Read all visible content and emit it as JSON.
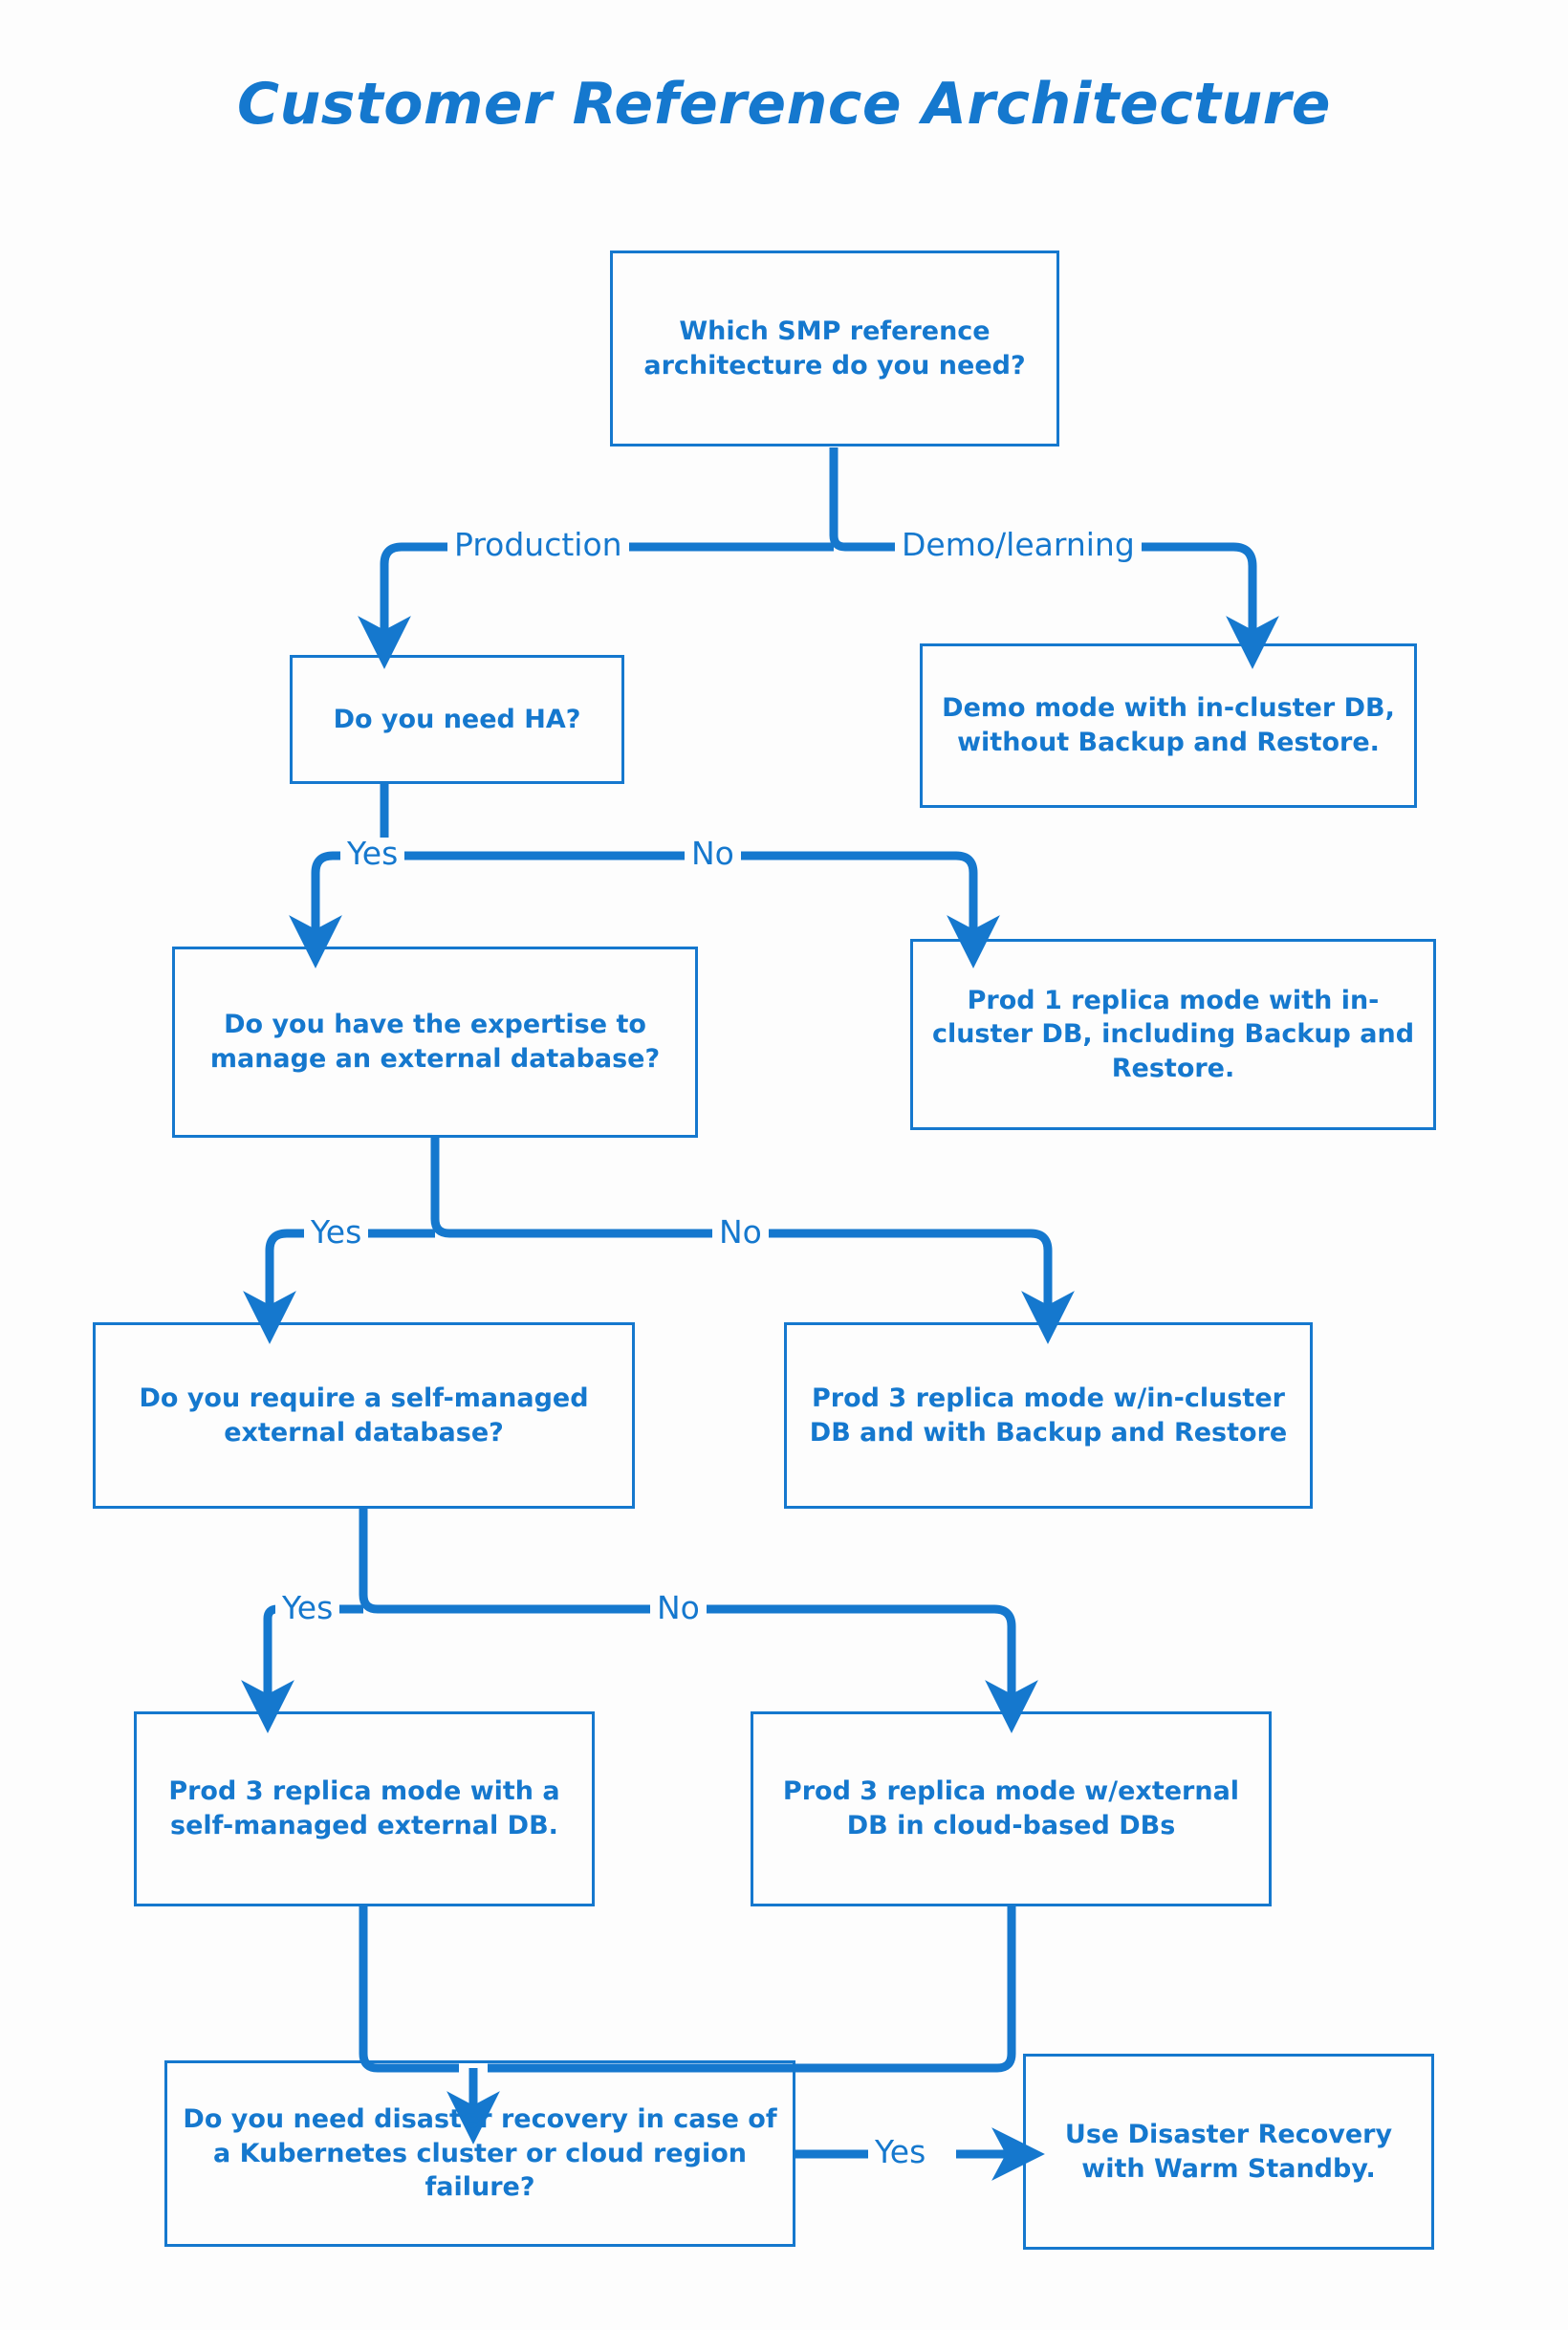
{
  "page": {
    "title": "Customer Reference Architecture",
    "accent_color": "#1578CE",
    "background_color": "#FDFDFD"
  },
  "chart_data": {
    "type": "diagram",
    "diagram_kind": "decision-flowchart",
    "title": "Customer Reference Architecture",
    "nodes": [
      {
        "id": "n1",
        "kind": "decision",
        "text": "Which SMP reference architecture do you need?"
      },
      {
        "id": "n2",
        "kind": "decision",
        "text": "Do you need HA?"
      },
      {
        "id": "n3",
        "kind": "outcome",
        "text": "Demo mode with in-cluster DB, without Backup and Restore."
      },
      {
        "id": "n4",
        "kind": "decision",
        "text": "Do you have the expertise to manage an external database?"
      },
      {
        "id": "n5",
        "kind": "outcome",
        "text": "Prod 1 replica mode with in-cluster DB, including Backup and Restore."
      },
      {
        "id": "n6",
        "kind": "decision",
        "text": "Do you require a self-managed external database?"
      },
      {
        "id": "n7",
        "kind": "outcome",
        "text": "Prod 3 replica mode w/in-cluster DB and with Backup and Restore"
      },
      {
        "id": "n8",
        "kind": "outcome",
        "text": "Prod 3 replica mode with a self-managed external DB."
      },
      {
        "id": "n9",
        "kind": "outcome",
        "text": "Prod 3 replica mode w/external DB in cloud-based DBs"
      },
      {
        "id": "n10",
        "kind": "decision",
        "text": "Do you need disaster recovery in case of a Kubernetes cluster or cloud region failure?"
      },
      {
        "id": "n11",
        "kind": "outcome",
        "text": "Use Disaster Recovery with Warm Standby."
      }
    ],
    "edges": [
      {
        "from": "n1",
        "to": "n2",
        "label": "Production"
      },
      {
        "from": "n1",
        "to": "n3",
        "label": "Demo/learning"
      },
      {
        "from": "n2",
        "to": "n4",
        "label": "Yes"
      },
      {
        "from": "n2",
        "to": "n5",
        "label": "No"
      },
      {
        "from": "n4",
        "to": "n6",
        "label": "Yes"
      },
      {
        "from": "n4",
        "to": "n7",
        "label": "No"
      },
      {
        "from": "n6",
        "to": "n8",
        "label": "Yes"
      },
      {
        "from": "n6",
        "to": "n9",
        "label": "No"
      },
      {
        "from": "n8",
        "to": "n10",
        "label": ""
      },
      {
        "from": "n9",
        "to": "n10",
        "label": ""
      },
      {
        "from": "n10",
        "to": "n11",
        "label": "Yes"
      }
    ]
  },
  "nodes": {
    "n1": {
      "text": "Which SMP reference architecture do you need?"
    },
    "n2": {
      "text": "Do you need HA?"
    },
    "n3": {
      "text": "Demo mode with in-cluster DB, without Backup and Restore."
    },
    "n4": {
      "text": "Do you have the expertise to manage an external database?"
    },
    "n5": {
      "text": "Prod 1 replica mode with in-cluster DB, including Backup and Restore."
    },
    "n6": {
      "text": "Do you require a self-managed external database?"
    },
    "n7": {
      "text": "Prod 3 replica mode w/in-cluster DB and with Backup and Restore"
    },
    "n8": {
      "text": "Prod 3 replica mode with a self-managed external DB."
    },
    "n9": {
      "text": "Prod 3 replica mode w/external DB in cloud-based DBs"
    },
    "n10": {
      "text": "Do you need disaster recovery in case of a Kubernetes cluster or cloud region failure?"
    },
    "n11": {
      "text": "Use Disaster Recovery with Warm Standby."
    }
  },
  "edge_labels": {
    "production": "Production",
    "demo_learning": "Demo/learning",
    "ha_yes": "Yes",
    "ha_no": "No",
    "expertise_yes": "Yes",
    "expertise_no": "No",
    "selfmanaged_yes": "Yes",
    "selfmanaged_no": "No",
    "dr_yes": "Yes"
  }
}
